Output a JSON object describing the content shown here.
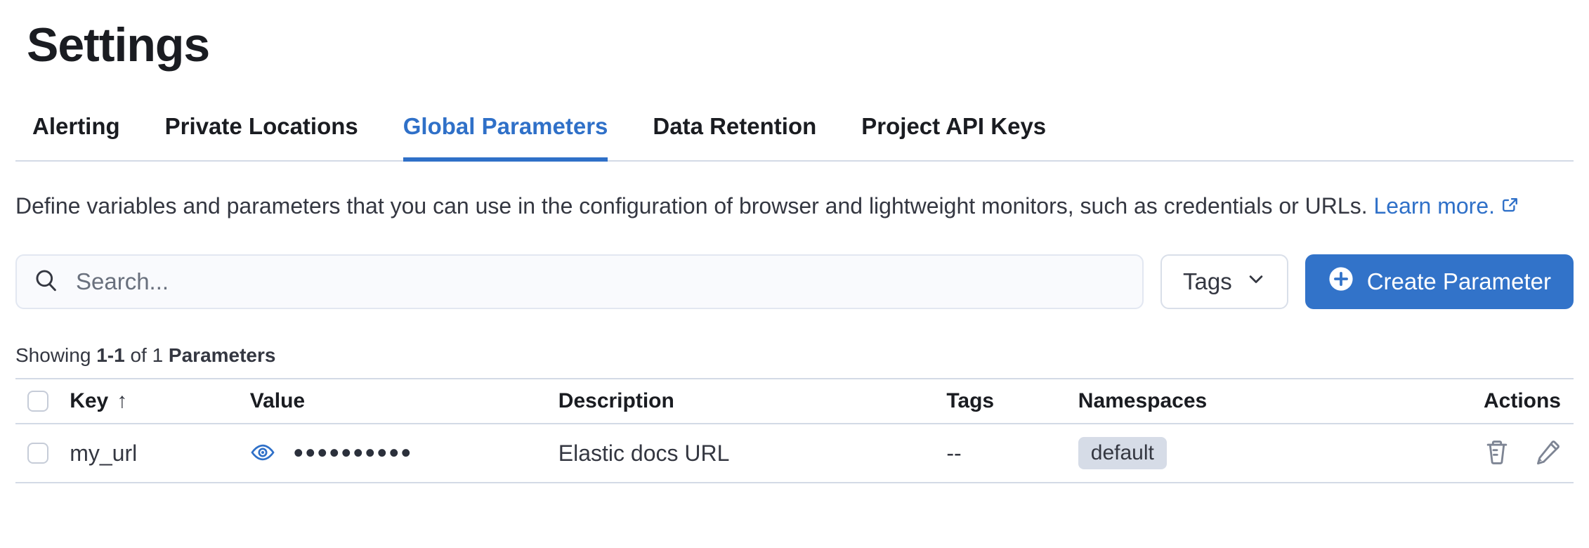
{
  "header": {
    "title": "Settings"
  },
  "tabs": [
    {
      "label": "Alerting",
      "active": false
    },
    {
      "label": "Private Locations",
      "active": false
    },
    {
      "label": "Global Parameters",
      "active": true
    },
    {
      "label": "Data Retention",
      "active": false
    },
    {
      "label": "Project API Keys",
      "active": false
    }
  ],
  "description": {
    "text": "Define variables and parameters that you can use in the configuration of browser and lightweight monitors, such as credentials or URLs.",
    "link_label": "Learn more."
  },
  "toolbar": {
    "search_placeholder": "Search...",
    "search_value": "",
    "tags_button_label": "Tags",
    "create_button_label": "Create Parameter"
  },
  "summary": {
    "showing": "Showing",
    "range": "1-1",
    "of": "of 1",
    "entity": "Parameters"
  },
  "table": {
    "columns": {
      "key": "Key",
      "value": "Value",
      "description": "Description",
      "tags": "Tags",
      "namespaces": "Namespaces",
      "actions": "Actions"
    },
    "sort": {
      "column": "Key",
      "direction": "ascending",
      "arrow": "↑"
    },
    "rows": [
      {
        "key": "my_url",
        "value_masked": "••••••••••",
        "description": "Elastic docs URL",
        "tags": "--",
        "namespace": "default"
      }
    ]
  },
  "icons": {
    "search": "magnifier",
    "tags_chevron": "chevron-down",
    "create": "plus-in-circle-filled",
    "learn_more": "external-link",
    "value_toggle": "eye",
    "row_actions": [
      "trash",
      "pencil"
    ]
  },
  "colors": {
    "primary": "#2f70c8",
    "button_fill": "#3273c9",
    "divider": "#d3dae6",
    "badge_bg": "#d6dce7",
    "heading_text": "#1a1c21",
    "body_text": "#343741",
    "placeholder_text": "#69707d",
    "action_icon_gray": "#7e8594"
  }
}
